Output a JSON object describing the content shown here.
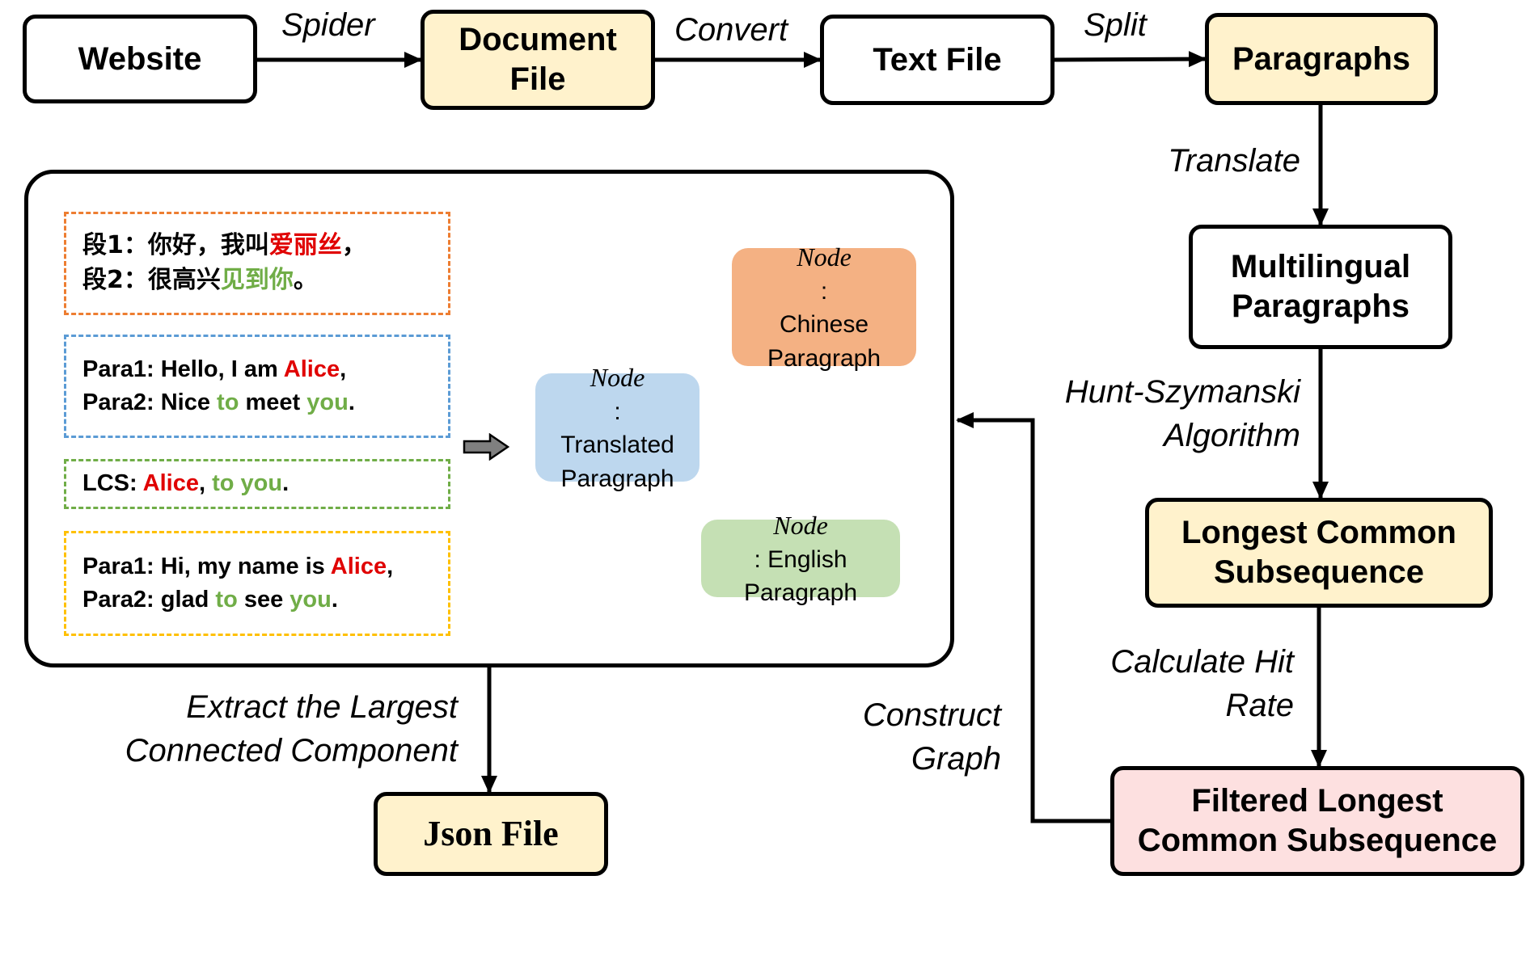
{
  "colors": {
    "box_yellow": "#fff2cc",
    "box_pink": "#fde0e0",
    "node_orange": "#f4b183",
    "node_blue": "#bdd7ee",
    "node_green": "#c5e0b4",
    "highlight_red": "#e00000",
    "highlight_green": "#70ad47",
    "dash_orange": "#ed7d31",
    "dash_blue": "#5b9bd5",
    "dash_green": "#70ad47",
    "dash_yellow": "#ffc000"
  },
  "boxes": {
    "website": "Website",
    "document_file": [
      "Document",
      "File"
    ],
    "text_file": "Text File",
    "paragraphs": "Paragraphs",
    "multilingual_paragraphs": [
      "Multilingual",
      "Paragraphs"
    ],
    "lcs": [
      "Longest Common",
      "Subsequence"
    ],
    "filtered_lcs": [
      "Filtered Longest",
      "Common Subsequence"
    ],
    "json_file": "Json File"
  },
  "edges": {
    "spider": "Spider",
    "convert": "Convert",
    "split": "Split",
    "translate": "Translate",
    "hunt_szymanski": [
      "Hunt-Szymanski",
      "Algorithm"
    ],
    "calculate_hit_rate": [
      "Calculate Hit",
      "Rate"
    ],
    "construct_graph": [
      "Construct",
      "Graph"
    ],
    "extract_component": [
      "Extract the Largest",
      "Connected Component"
    ]
  },
  "example": {
    "chinese": {
      "line1": {
        "prefix": "段1：你好，我叫",
        "name": "爱丽丝",
        "suffix": "，"
      },
      "line2": {
        "prefix": "段2：很高兴",
        "match": "见到你",
        "suffix": "。"
      }
    },
    "translated": {
      "line1": {
        "prefix": "Para1: Hello, I am ",
        "name": "Alice",
        "suffix": ","
      },
      "line2": {
        "prefix": "Para2: Nice ",
        "to": "to",
        "middle": " meet ",
        "you": "you",
        "suffix": "."
      }
    },
    "lcs": {
      "label": "LCS: ",
      "name": "Alice",
      "comma": ", ",
      "to": "to",
      "space": " ",
      "you": "you",
      "suffix": "."
    },
    "english": {
      "line1": {
        "prefix": "Para1: Hi, my name is ",
        "name": "Alice",
        "suffix": ","
      },
      "line2": {
        "prefix": "Para2: glad ",
        "to": "to",
        "middle": " see ",
        "you": "you",
        "suffix": "."
      }
    }
  },
  "nodes": {
    "node_word": "Node",
    "chinese": {
      "after": ":",
      "lines": [
        "Chinese",
        "Paragraph"
      ]
    },
    "translated": {
      "after": ":",
      "lines": [
        "Translated",
        "Paragraph"
      ]
    },
    "english": {
      "after": ": English",
      "line2": "Paragraph"
    }
  },
  "icons": {
    "block_arrow": "right-block-arrow-icon"
  }
}
